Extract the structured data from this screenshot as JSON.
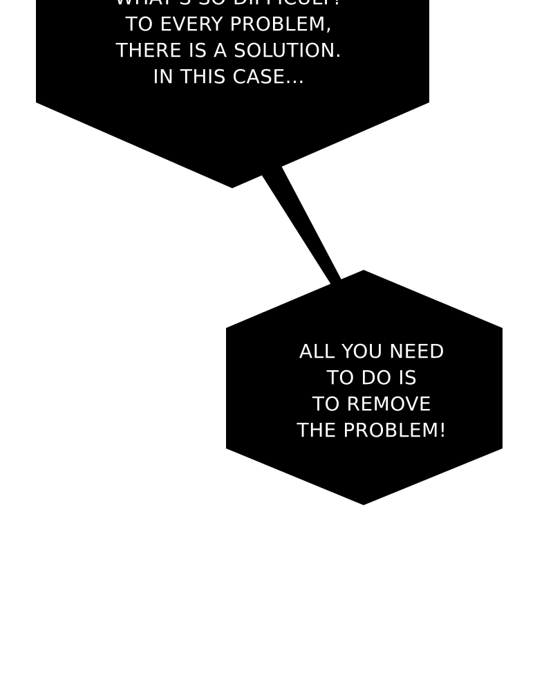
{
  "bubble_top": {
    "lines": [
      "WHAT'S SO DIFFICULT?",
      "TO EVERY PROBLEM,",
      "THERE IS A SOLUTION.",
      "IN THIS CASE..."
    ]
  },
  "bubble_bottom": {
    "lines": [
      "ALL YOU NEED",
      "TO DO IS",
      "TO REMOVE",
      "THE PROBLEM!"
    ]
  },
  "colors": {
    "bubble_fill": "#000000",
    "bubble_text": "#ffffff",
    "background": "#ffffff"
  }
}
